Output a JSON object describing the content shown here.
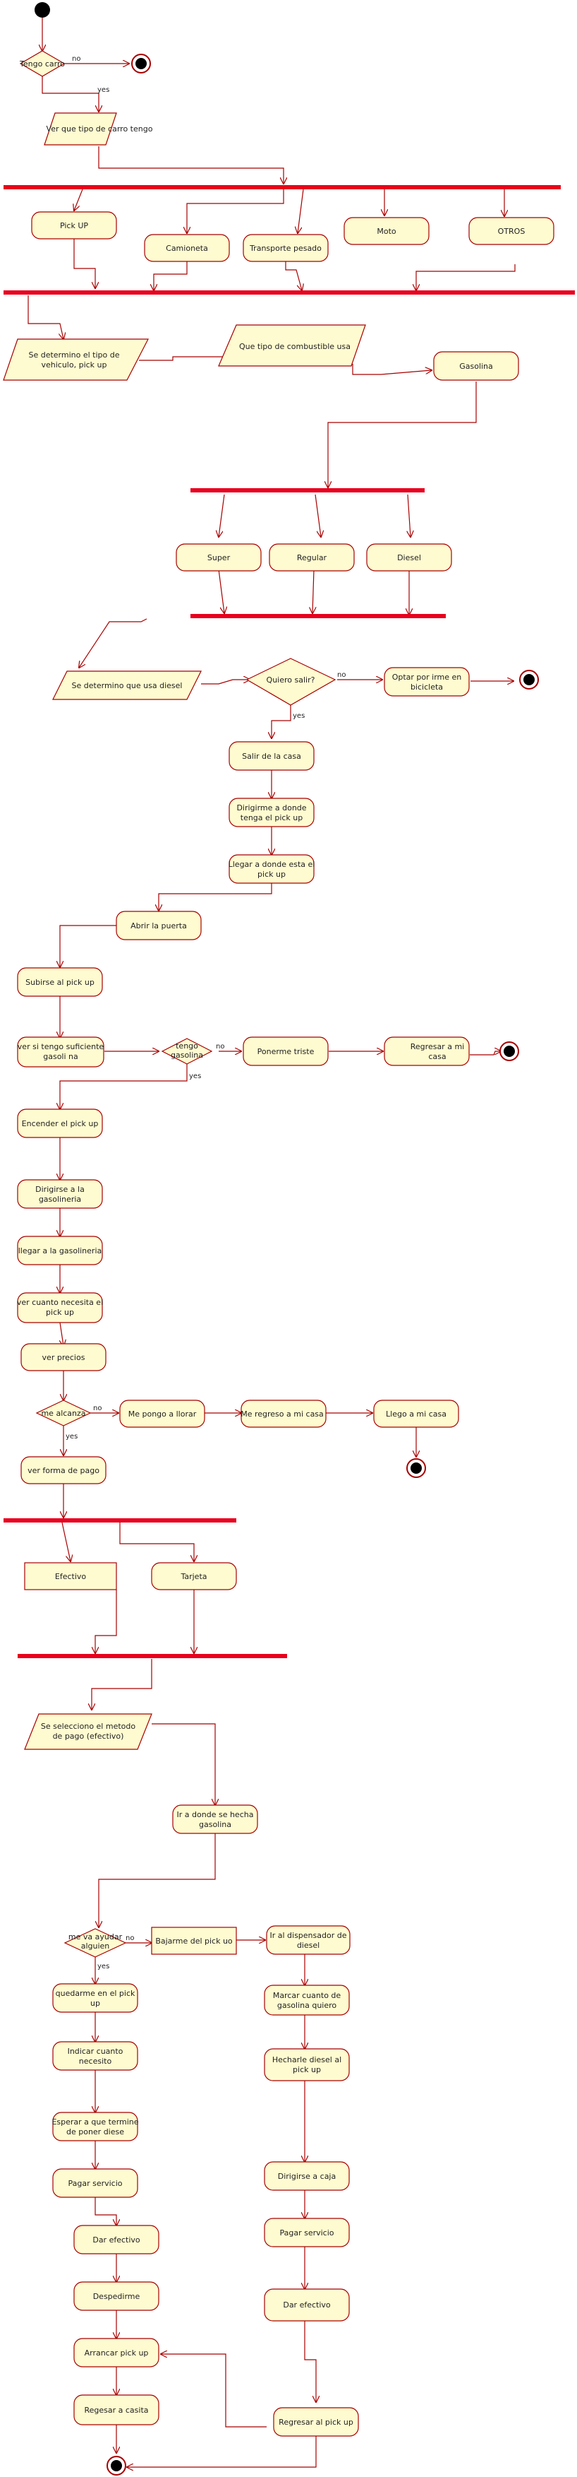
{
  "nodes": {
    "q_tengo_carro": "Tengo carro",
    "ver_tipo": "Ver que tipo de carro tengo",
    "pickup": "Pick UP",
    "camioneta": "Camioneta",
    "transporte": "Transporte pesado",
    "moto": "Moto",
    "otros": "OTROS",
    "determino_tipo_1": "Se determino el tipo de",
    "determino_tipo_2": "vehiculo, pick up",
    "que_tipo_comb": "Que tipo de combustible usa",
    "gasolina": "Gasolina",
    "super": "Super",
    "regular": "Regular",
    "diesel": "Diesel",
    "determino_diesel": "Se determino que usa diesel",
    "q_salir": "Quiero salir?",
    "optar_1": "Optar por irme en",
    "optar_2": "bicicleta",
    "salir_casa": "Salir de la casa",
    "dirigirme_1": "Dirigirme a donde",
    "dirigirme_2": "tenga el pick up",
    "llegar_1": "Llegar a donde esta el",
    "llegar_2": "pick up",
    "abrir": "Abrir la puerta",
    "subirse": "Subirse al pick up",
    "ver_gas_1": "ver si tengo suficiente",
    "ver_gas_2": "gasoli na",
    "q_gas_1": "tengo",
    "q_gas_2": "gasolina",
    "ponerme_triste": "Ponerme triste",
    "regresar_casa_1": "Regresar a mi",
    "regresar_casa_2": "casa",
    "encender": "Encender el pick up",
    "dirigirse_gas_1": "Dirigirse a la",
    "dirigirse_gas_2": "gasolineria",
    "llegar_gas": "llegar a la gasolineria",
    "ver_cuanto_1": "ver cuanto necesita el",
    "ver_cuanto_2": "pick up",
    "ver_precios": "ver precios",
    "q_alcanza": "me alcanza",
    "llorar": "Me pongo a llorar",
    "regreso_casa": "Me regreso a mi casa",
    "llego_casa": "Llego a mi casa",
    "ver_pago": "ver forma de pago",
    "efectivo": "Efectivo",
    "tarjeta": "Tarjeta",
    "selecciono_1": "Se selecciono el metodo",
    "selecciono_2": "de pago (efectivo)",
    "ir_donde_1": "Ir a donde se hecha",
    "ir_donde_2": "gasolina",
    "q_ayudar_1": "me va  ayudar",
    "q_ayudar_2": "alguien",
    "bajarme": "Bajarme del pick uo",
    "ir_disp_1": "Ir al dispensador de",
    "ir_disp_2": "diesel",
    "quedarme_1": "quedarme en el pick",
    "quedarme_2": "up",
    "marcar_1": "Marcar cuanto de",
    "marcar_2": "gasolina quiero",
    "indicar_1": "Indicar cuanto",
    "indicar_2": "necesito",
    "hecharle_1": "Hecharle diesel al",
    "hecharle_2": "pick up",
    "esperar_1": "Esperar a que termine",
    "esperar_2": "de poner diese",
    "dirigirse_caja": "Dirigirse a caja",
    "pagar_1": "Pagar servicio",
    "pagar_2": "Pagar servicio",
    "dar_efectivo_1": "Dar efectivo",
    "dar_efectivo_2": "Dar efectivo",
    "despedirme": "Despedirme",
    "arrancar": "Arrancar pick up",
    "regesar_casita": "Regesar a casita",
    "regresar_pickup": "Regresar al pick up"
  },
  "guards": {
    "no_1": "no",
    "yes_1": "yes",
    "no_2": "no",
    "yes_2": "yes",
    "no_3": "no",
    "yes_3": "yes",
    "no_4": "no",
    "yes_4": "yes",
    "no_5": "no",
    "yes_5": "yes"
  },
  "colors": {
    "fill": "#fffbd0",
    "stroke": "#a80000",
    "bar": "#e8001c",
    "initial": "#000000"
  }
}
